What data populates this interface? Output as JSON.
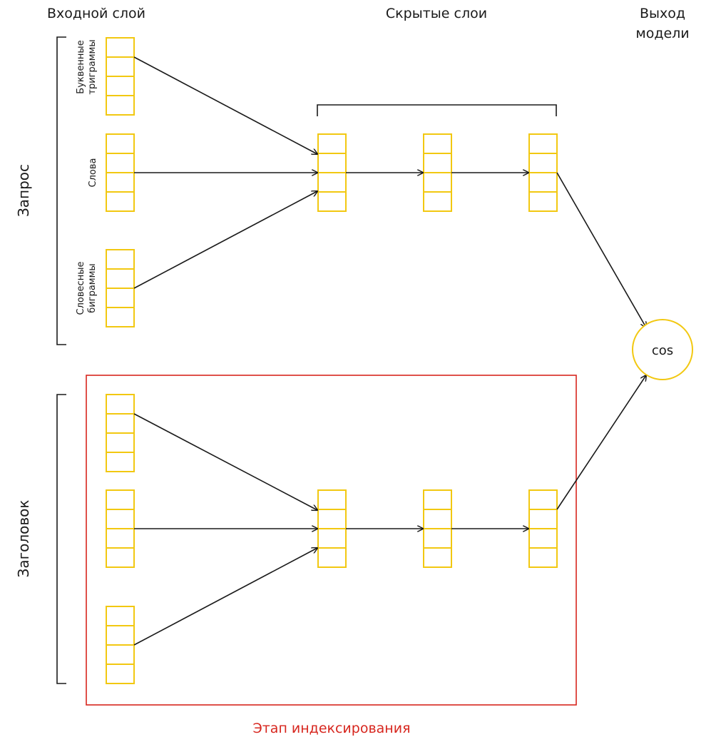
{
  "header": {
    "input_layer": "Входной слой",
    "hidden_layers": "Скрытые слои",
    "output_line1": "Выход",
    "output_line2": "модели"
  },
  "groups": {
    "query": "Запрос",
    "title": "Заголовок"
  },
  "inputs": {
    "letter_trigrams_line1": "Буквенные",
    "letter_trigrams_line2": "триграммы",
    "words": "Слова",
    "word_bigrams_line1": "Словесные",
    "word_bigrams_line2": "биграммы"
  },
  "output": {
    "node_label": "cos"
  },
  "indexing": {
    "label": "Этап индексирования",
    "color": "#d7261e"
  },
  "colors": {
    "cell_stroke": "#f2c811",
    "arrow": "#1a1a1a"
  }
}
